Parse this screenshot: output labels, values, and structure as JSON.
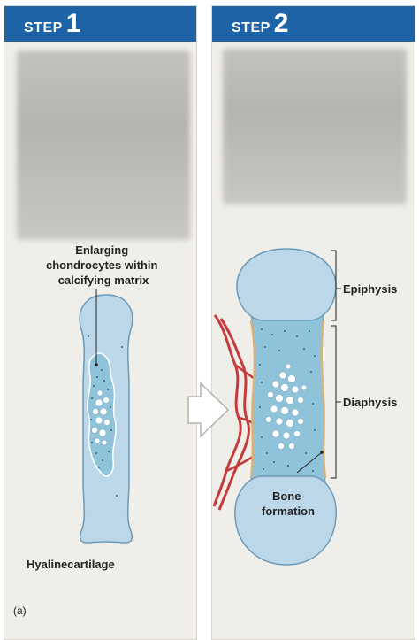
{
  "steps": [
    {
      "word": "STEP",
      "number": "1"
    },
    {
      "word": "STEP",
      "number": "2"
    }
  ],
  "labels": {
    "enlarging_line1": "Enlarging",
    "enlarging_line2": "chondrocytes within",
    "enlarging_line3": "calcifying matrix",
    "hyaline": "Hyalinecartilage",
    "epiphysis": "Epiphysis",
    "diaphysis": "Diaphysis",
    "bone_line1": "Bone",
    "bone_line2": "formation",
    "panel_letter": "(a)"
  },
  "colors": {
    "header_blue": "#1e63a5",
    "cartilage": "#bcd8e8",
    "cartilage_stroke": "#6a9ab8",
    "calcified": "#8fc3da",
    "vessel": "#c53a3a",
    "bone_collar": "#d9b27a"
  }
}
